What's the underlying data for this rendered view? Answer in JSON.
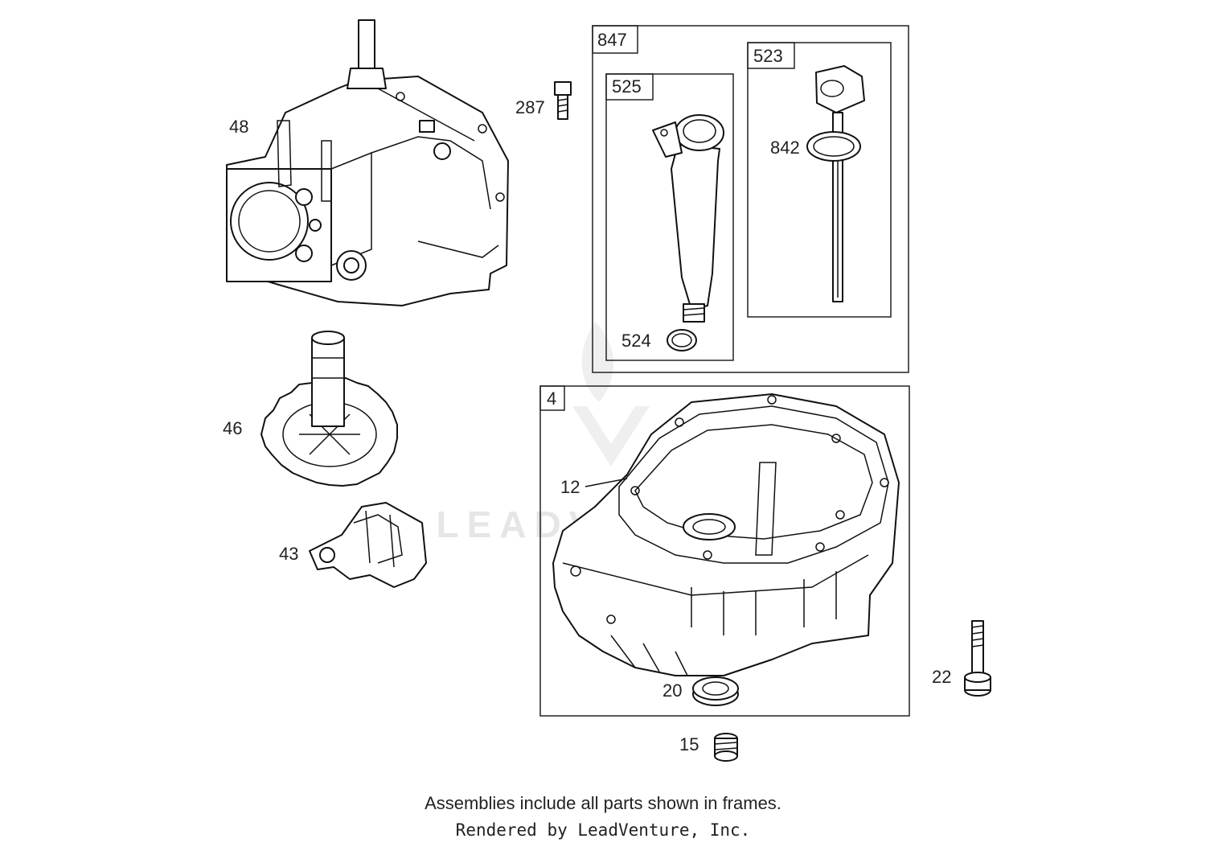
{
  "callouts": {
    "c48": "48",
    "c287": "287",
    "c847": "847",
    "c525": "525",
    "c523": "523",
    "c842": "842",
    "c524": "524",
    "c46": "46",
    "c4": "4",
    "c12": "12",
    "c43": "43",
    "c20": "20",
    "c22": "22",
    "c15": "15"
  },
  "watermark": "LEADVENTURE",
  "caption": {
    "line1": "Assemblies include all parts shown in frames.",
    "line2": "Rendered by LeadVenture, Inc."
  },
  "colors": {
    "line": "#111111",
    "frame": "#222222",
    "watermark": "#e6e6e6"
  }
}
